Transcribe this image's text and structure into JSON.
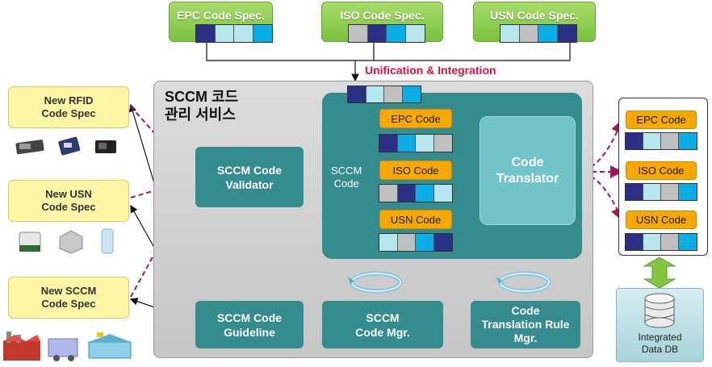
{
  "top_specs": [
    {
      "title": "EPC Code Spec.",
      "cells": [
        "navy",
        "lblue",
        "lblue",
        "cyan"
      ]
    },
    {
      "title": "ISO Code Spec.",
      "cells": [
        "gray",
        "navy",
        "cyan",
        "lblue"
      ]
    },
    {
      "title": "USN Code Spec.",
      "cells": [
        "lblue",
        "gray",
        "cyan",
        "navy"
      ]
    }
  ],
  "unification_label": "Unification & Integration",
  "left_specs": [
    {
      "line1": "New RFID",
      "line2": "Code Spec"
    },
    {
      "line1": "New USN",
      "line2": "Code Spec"
    },
    {
      "line1": "New SCCM",
      "line2": "Code Spec"
    }
  ],
  "service": {
    "title_line1": "SCCM 코드",
    "title_line2": "관리 서비스",
    "validator": {
      "line1": "SCCM Code",
      "line2": "Validator"
    },
    "guideline": {
      "line1": "SCCM Code",
      "line2": "Guideline"
    },
    "mgr": {
      "line1": "SCCM",
      "line2": "Code Mgr."
    },
    "rule_mgr": {
      "line1": "Code",
      "line2": "Translation Rule",
      "line3": "Mgr."
    },
    "sccm_code": {
      "line1": "SCCM",
      "line2": "Code"
    },
    "translator": {
      "line1": "Code",
      "line2": "Translator"
    },
    "codes": [
      {
        "label": "EPC Code",
        "cells": [
          "navy",
          "cyan",
          "lblue",
          "gray"
        ]
      },
      {
        "label": "ISO Code",
        "cells": [
          "gray",
          "navy",
          "cyan",
          "lblue"
        ]
      },
      {
        "label": "USN Code",
        "cells": [
          "lblue",
          "gray",
          "cyan",
          "navy"
        ]
      }
    ],
    "unified_cells": [
      "navy",
      "lblue",
      "gray",
      "cyan"
    ]
  },
  "right_codes": [
    {
      "label": "EPC Code",
      "cells": [
        "navy",
        "lblue",
        "gray",
        "cyan"
      ]
    },
    {
      "label": "ISO Code",
      "cells": [
        "navy",
        "lblue",
        "gray",
        "cyan"
      ]
    },
    {
      "label": "USN Code",
      "cells": [
        "navy",
        "lblue",
        "gray",
        "cyan"
      ]
    }
  ],
  "db": {
    "line1": "Integrated",
    "line2": "Data DB"
  },
  "colors": {
    "green": "#7cc241",
    "teal": "#348c8f",
    "orange": "#f8a900",
    "navy": "#2b2f86",
    "cyan": "#0aaee6",
    "lblue": "#b6e6ee",
    "gray": "#c0c0c0",
    "arrow_red": "#d9133a",
    "dash": "#a0165a"
  }
}
